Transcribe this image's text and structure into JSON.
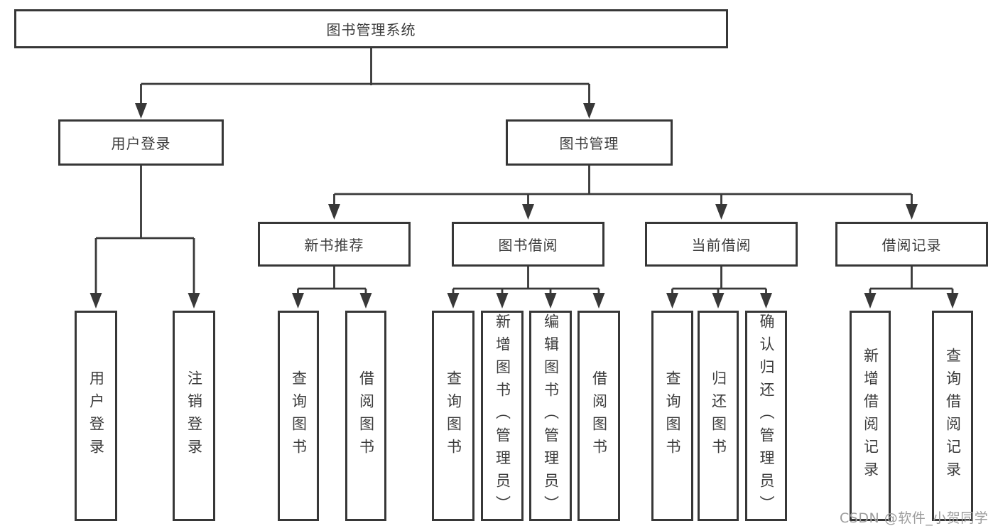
{
  "diagram": {
    "title": "图书管理系统",
    "user_login": {
      "label": "用户登录",
      "children": [
        {
          "label": "用户登录"
        },
        {
          "label": "注销登录"
        }
      ]
    },
    "book_management": {
      "label": "图书管理",
      "sections": [
        {
          "label": "新书推荐",
          "children": [
            {
              "label": "查询图书"
            },
            {
              "label": "借阅图书"
            }
          ]
        },
        {
          "label": "图书借阅",
          "children": [
            {
              "label": "查询图书"
            },
            {
              "label": "新增图书（管理员）"
            },
            {
              "label": "编辑图书（管理员）"
            },
            {
              "label": "借阅图书"
            }
          ]
        },
        {
          "label": "当前借阅",
          "children": [
            {
              "label": "查询图书"
            },
            {
              "label": "归还图书"
            },
            {
              "label": "确认归还（管理员）"
            }
          ]
        },
        {
          "label": "借阅记录",
          "children": [
            {
              "label": "新增借阅记录"
            },
            {
              "label": "查询借阅记录"
            }
          ]
        }
      ]
    },
    "colors": {
      "line": "#383838",
      "text": "#3c3c3c",
      "watermark": "#9c9c9c",
      "background": "#ffffff"
    },
    "watermark": "CSDN @软件_小贺同学"
  }
}
